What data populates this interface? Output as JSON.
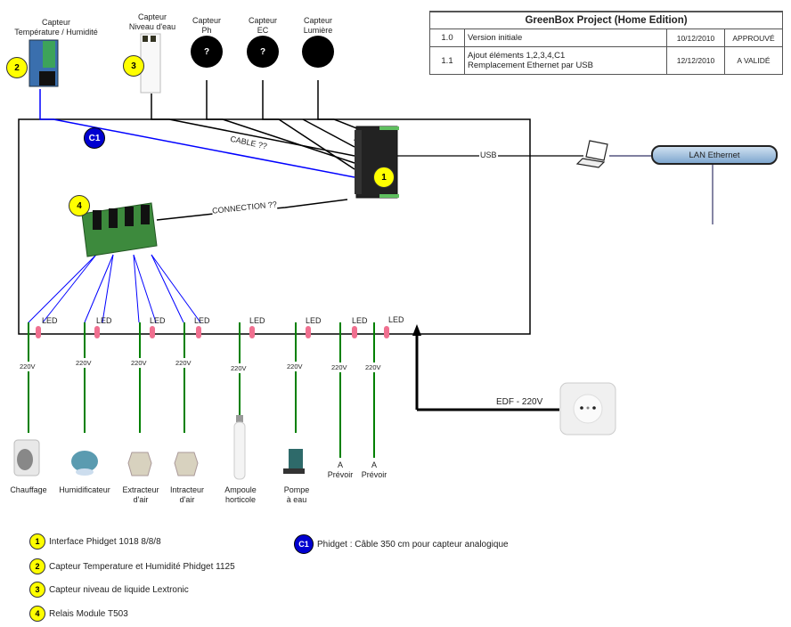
{
  "revision_table": {
    "title": "GreenBox Project (Home Edition)",
    "rows": [
      {
        "version": "1.0",
        "description": [
          "Version initiale"
        ],
        "date": "10/12/2010",
        "status": "APPROUVÉ"
      },
      {
        "version": "1.1",
        "description": [
          "Ajout éléments 1,2,3,4,C1",
          "Remplacement Ethernet par USB"
        ],
        "date": "12/12/2010",
        "status": "A VALIDÉ"
      }
    ]
  },
  "sensors": [
    {
      "label": [
        "Capteur",
        "Température / Humidité"
      ],
      "badge": "2",
      "icon": "temp-humidity-sensor-board-icon"
    },
    {
      "label": [
        "Capteur",
        "Niveau d'eau"
      ],
      "badge": "3",
      "icon": "water-level-sensor-icon"
    },
    {
      "label": [
        "Capteur",
        "Ph"
      ],
      "symbol": "?",
      "icon": "ph-sensor-icon"
    },
    {
      "label": [
        "Capteur",
        "EC"
      ],
      "symbol": "?",
      "icon": "ec-sensor-icon"
    },
    {
      "label": [
        "Capteur",
        "Lumière"
      ],
      "symbol": "",
      "icon": "light-sensor-icon"
    }
  ],
  "connections": {
    "cable": "CABLE ??",
    "connection": "CONNECTION ??",
    "usb": "USB",
    "lan": "LAN Ethernet",
    "edf": "EDF - 220V"
  },
  "badges": {
    "interface": "1",
    "relay": "4",
    "cable": "C1"
  },
  "outputs": [
    {
      "led": "LED",
      "voltage": "220V",
      "device": [
        "Chauffage"
      ],
      "icon": "heater-icon"
    },
    {
      "led": "LED",
      "voltage": "220V",
      "device": [
        "Humidificateur"
      ],
      "icon": "humidifier-icon"
    },
    {
      "led": "LED",
      "voltage": "220V",
      "device": [
        "Extracteur",
        "d'air"
      ],
      "icon": "extractor-fan-icon"
    },
    {
      "led": "LED",
      "voltage": "220V",
      "device": [
        "Intracteur",
        "d'air"
      ],
      "icon": "intake-fan-icon"
    },
    {
      "led": "LED",
      "voltage": "220V",
      "device": [
        "Ampoule",
        "horticole"
      ],
      "icon": "grow-lamp-icon"
    },
    {
      "led": "LED",
      "voltage": "220V",
      "device": [
        "Pompe",
        "à eau"
      ],
      "icon": "water-pump-icon"
    },
    {
      "led": "LED",
      "voltage": "220V",
      "device": [
        "A",
        "Prévoir"
      ],
      "icon": ""
    },
    {
      "led": "LED",
      "voltage": "220V",
      "device": [
        "A",
        "Prévoir"
      ],
      "icon": ""
    }
  ],
  "legend": [
    {
      "badge": "1",
      "text": "Interface Phidget 1018 8/8/8"
    },
    {
      "badge": "2",
      "text": "Capteur Temperature et Humidité Phidget 1125"
    },
    {
      "badge": "3",
      "text": "Capteur niveau de liquide Lextronic"
    },
    {
      "badge": "4",
      "text": "Relais Module T503"
    }
  ],
  "legend_cable": {
    "badge": "C1",
    "text": "Phidget : Câble 350 cm pour capteur analogique"
  },
  "colors": {
    "badge_yellow": "#ffff00",
    "badge_blue": "#0000d0",
    "power_line": "#008000",
    "cable_blue": "#0000ff",
    "led_red": "#f06080"
  }
}
